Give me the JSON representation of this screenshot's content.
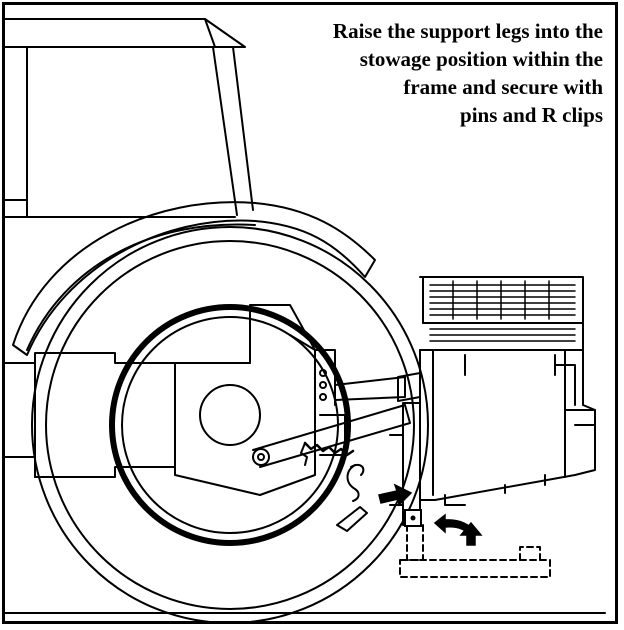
{
  "caption": {
    "lines": [
      "Raise the support legs into the",
      "stowage position within the",
      "frame and secure with",
      "pins and R clips"
    ]
  },
  "colors": {
    "line": "#000000",
    "paper": "#ffffff",
    "accent_arrow": "#000000"
  },
  "icons": {
    "insert_arrow": "arrow-right-icon",
    "raise_arrow": "arrow-up-icon",
    "rotate_arrow": "curved-arrow-icon"
  }
}
